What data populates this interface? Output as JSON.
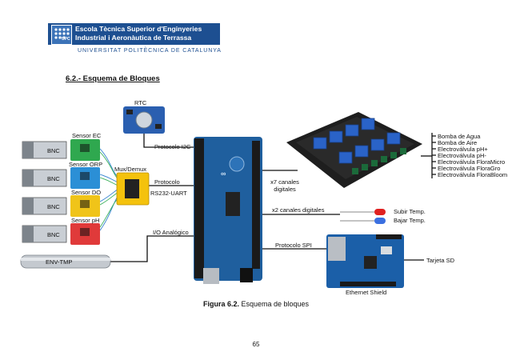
{
  "header": {
    "school_line1": "Escola Tècnica Superior d'Enginyeries",
    "school_line2": "Industrial i Aeronàutica de Terrassa",
    "university": "UNIVERSITAT POLITÈCNICA DE CATALUNYA",
    "logo_text": "UPC"
  },
  "section_heading": "6.2.- Esquema de Bloques",
  "diagram": {
    "rtc": "RTC",
    "protocolo_i2c": "Protocolo I2C",
    "sensor_ec": "Sensor EC",
    "sensor_orp": "Sensor ORP",
    "sensor_do": "Sensor DO",
    "sensor_ph": "Sensor pH",
    "bnc": "BNC",
    "mux_demux": "Mux/Demux",
    "protocolo": "Protocolo",
    "rs232_uart": "RS232-UART",
    "io_analogico": "I/O Analógico",
    "env_tmp": "ENV-TMP",
    "x7_canales": "x7 canales",
    "digitales": "digitales",
    "x2_canales_digitales": "x2 canales digitales",
    "protocolo_spi": "Protocolo SPI",
    "ethernet_shield": "Ethernet Shield",
    "tarjeta_sd": "Tarjeta SD",
    "subir_temp": "Subir Temp.",
    "bajar_temp": "Bajar Temp.",
    "relay_outputs": [
      "Bomba de Agua",
      "Bomba de Aire",
      "Electroválvula pH+",
      "Electroválvula pH-",
      "Electroválvula FloraMicro",
      "Electroválvula FloraGro",
      "Electroválvula FloraBloom"
    ]
  },
  "caption_bold": "Figura 6.2.",
  "caption_text": " Esquema de bloques",
  "page_number": "65",
  "colors": {
    "upc_blue": "#1d4f91",
    "arduino_blue": "#1f5f9e",
    "relay_blue": "#2a63c8",
    "sensor_ec_green": "#2fa84f",
    "sensor_orp_blue": "#2b8fd6",
    "sensor_do_yellow": "#f0c419",
    "sensor_ph_red": "#e03a3a",
    "mux_yellow": "#f4c20d",
    "ethernet_blue": "#1b5fa8"
  }
}
